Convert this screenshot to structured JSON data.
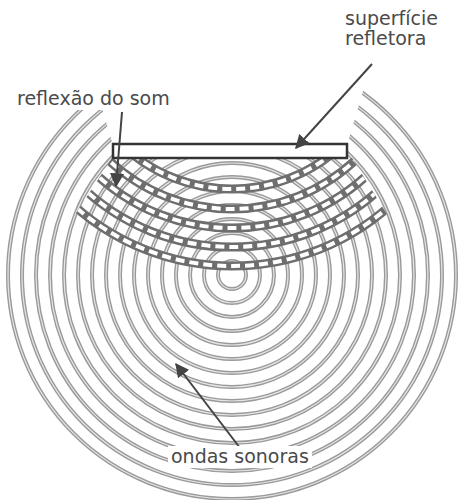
{
  "diagram": {
    "labels": [
      "reflexão do som",
      "superfície refletora",
      "ondas sonoras"
    ]
  }
}
